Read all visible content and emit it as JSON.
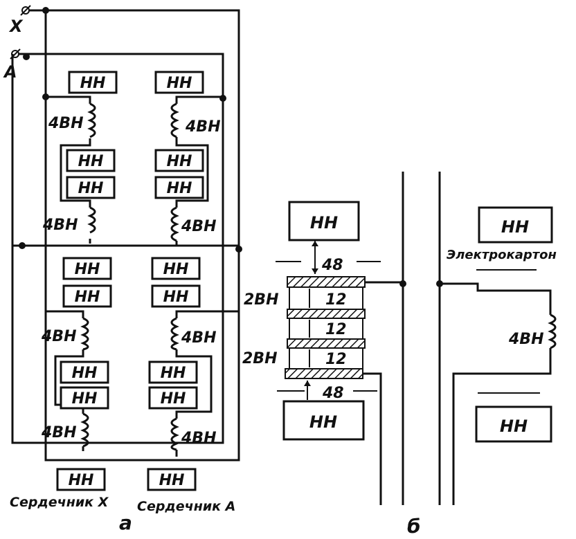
{
  "terminals": {
    "x": "X",
    "a": "A"
  },
  "labels": {
    "lv": "НН",
    "hv4": "4ВН",
    "hv2": "2ВН",
    "gap_big": "48",
    "gap_small": "12",
    "insulation": "Электрокартон",
    "core_x": "Сердечник Х",
    "core_a": "Сердечник А",
    "fig_a": "а",
    "fig_b": "б"
  },
  "colors": {
    "ink": "#111111",
    "paper": "#ffffff"
  }
}
